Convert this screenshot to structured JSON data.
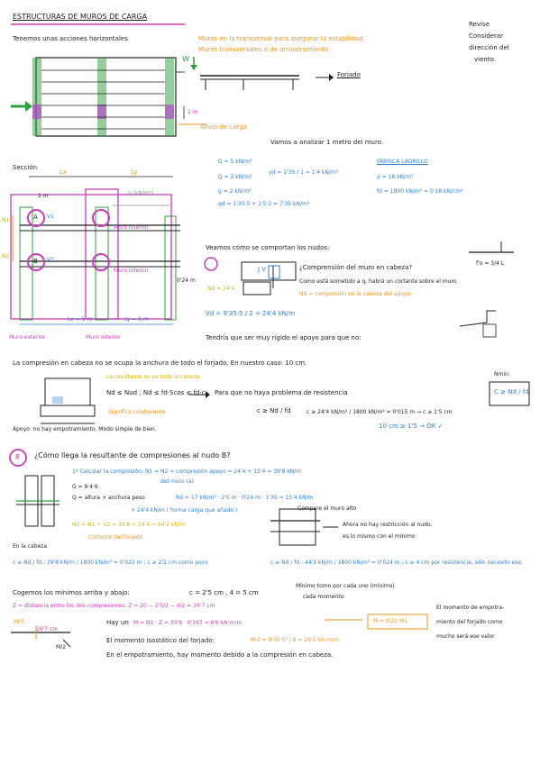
{
  "title": "ESTRUCTURAS DE MUROS DE CARGA",
  "intro": "Tenemos unas acciones horizontales",
  "walls_note_1": "Muros en la transversal para asegurar la estabilidad.",
  "walls_note_2": "Muros transversales o de arriostramiento",
  "forjado_label": "Forjado",
  "w_label": "W",
  "dim_1m": "1 m",
  "dim_load": "1 m",
  "load_note": "Alivio de carga",
  "side_note": [
    "Revise",
    "Considerar",
    "dirección del",
    "viento."
  ],
  "analyze_note": "Vamos a analizar 1 metro del muro.",
  "loads": {
    "g": "G = 5 kN/m²",
    "q": "Q = 2 kN/m²",
    "g2": "g = 2 kN/m²",
    "gamma": "γd = 1'35 / 1 = 1'4 kN/m²",
    "qd": "qd = 1'35·5 + 1'5·2 = 7'35 kN/m²"
  },
  "fabric": {
    "title": "FÁBRICA LADRILLO",
    "rho": "ρ = 18 kN/m³",
    "fd": "fd = 1800 kN/m² = 0'18 kN/cm²"
  },
  "section": {
    "label": "Sección",
    "lx": "Lx",
    "ly": "Ly",
    "load": "q (kN/m²)",
    "one_m": "1 m",
    "muro_interior_1": "Muro interior",
    "muro_interior_2": "Muro interior",
    "n1": "N1",
    "n2": "N2",
    "v1": "V1",
    "v2": "V2",
    "a": "A",
    "b": "B",
    "lx_val": "Lx = 5 m",
    "ly_val": "Ly = 6 m",
    "h": "0'24 m",
    "muro_exterior": "Muro exterior",
    "muro_interior_3": "Muro interior"
  },
  "nudos": {
    "title": "Veamos cómo se comportan los nudos:",
    "q1": "¿Comprensión del muro en cabeza?",
    "desc1": "Como está sometido a q, habrá un cortante sobre el muro",
    "desc2": "Nd = compresión en la cabeza del apoyo.",
    "nd": "Nd = 24'4",
    "vd": "Vd = 9'35·5 / 2 = 24'4 kN/m",
    "jv": "J V",
    "fo": "f'o = 3/4 L",
    "tendria": "Tendría que ser muy rígido el apoyo para que no:"
  },
  "compression": {
    "intro": "La compresión en cabeza no se ocupa la anchura de todo el forjado. En nuestro caso: 10 cm.",
    "resultante": "La resultante no es toda la cabeza",
    "formula": "Nd ≤ Nud ; Nd ≤ fd·Scos ≤ fd·c",
    "for_text": "Para que no haya problema de resistencia",
    "significa": "Significa colaborante",
    "c_ge": "c ≥ Nd / fd",
    "c_val": "c ≥ 24'4 kN/m² / 1800 kN/m² = 0'015 m → c ≥ 1'5 cm",
    "ok": "10 cm ≥ 1'5 → OK ✓",
    "apoyo": "Apoyo: no hay empotramiento. Modo simple de bien.",
    "nmin": "Nmin:",
    "cbox": "C ≥ Nd / fd"
  },
  "part_b": {
    "label": "B",
    "question": "¿Cómo llega la resultante de compresiones al nudo B?",
    "step1": "1º Calcular la compresión: N1 = N2 = compresión apoyo = 24'4 + 15'4 = 39'8 kN/m",
    "step1b": "del muro (a)",
    "g_line": "G = 9·4·6",
    "q_line": "Q = altura × anchura peso",
    "rd": "Rd = 17 kN/m³ · 2'5 m · 0'24 m · 1'35 = 15'4 kN/m",
    "plus": "+ 24'4 kN/m ( forma carga que añado )",
    "n2": "N2 = N1 + V2 = 39'8 + 24'4 = 64'2 kN/m",
    "cortante": "Cortante del forjado",
    "cabeza": "En la cabeza",
    "c1": "c ≥ Nd / fd ; 39'8 kN/m / 1800 kN/m² = 0'022 m ; c ≥ 2'2 cm como poco",
    "c2": "c ≥ Nd / fd ; 44'2 kN/m / 1800 kN/m² = 0'024 m ; c ≥ 4 cm por resistencia, sólo necesito eso.",
    "nd_lbl": "Nd",
    "fd_lbl": "fd",
    "apoyo_nudo": "Compare el muro alto",
    "ahora": "Ahora no hay restricción al nudo,",
    "ahora2": "es lo mismo con el mínimo",
    "cogemos": "Cogemos los mínimos arriba y abajo:",
    "c_vals": "c = 2'5 cm , 4 = 5 cm",
    "minimo": "Mínimo tomo por cada uno (mínimo)",
    "minimo2": "cada momento",
    "z": "Z = distancia entre los dos compresiones: Z = 20 − 2'5/2 − 4/2 = 16'7 cm",
    "hay": "Hay un",
    "hay_val": "M = N1 · Z = 39'8 · 0'167 = 6'6 kN·m/m",
    "mbox": "M = 0'22 M1",
    "isos": "El momento isostático del forjado:",
    "isos_val": "M'd = 9'35·5² / 8 = 29'5 kN·m/m",
    "empot": "En el empotramiento, hay momento debido a la compresión en cabeza.",
    "right1": "El momento de empotra-",
    "right2": "miento del forjado como",
    "right3": "mucho será ese valor",
    "dim1": "39'5",
    "dim2": "16'7 cm",
    "dim3": "M/2"
  },
  "colors": {
    "ink": "#1f1f1f",
    "orange": "#e9961f",
    "blue": "#2f7fd3",
    "magenta": "#c63fb5",
    "green": "#2e9e3e",
    "yellow": "#d4b600",
    "purple": "#9b59b6"
  }
}
